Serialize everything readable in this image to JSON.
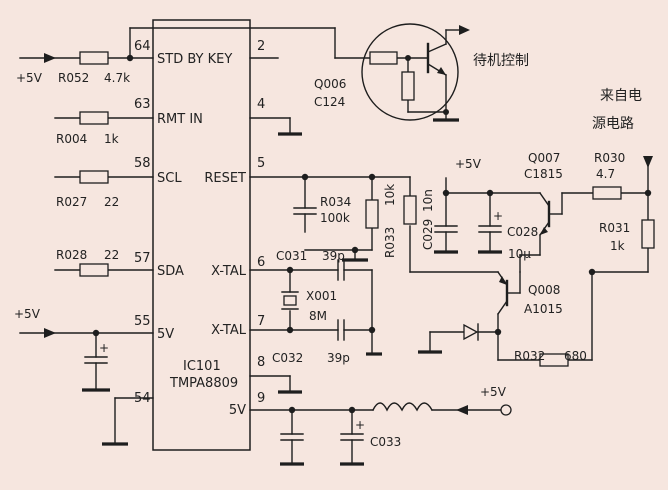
{
  "ic": {
    "ref": "IC101",
    "part": "TMPA8809"
  },
  "pins": {
    "p64": {
      "num": "64",
      "name": "STD BY KEY"
    },
    "p2": {
      "num": "2"
    },
    "p63": {
      "num": "63",
      "name": "RMT IN"
    },
    "p4": {
      "num": "4"
    },
    "p58": {
      "num": "58",
      "name": "SCL"
    },
    "p5": {
      "num": "5",
      "name": "RESET"
    },
    "p57": {
      "num": "57",
      "name": "SDA"
    },
    "p6": {
      "num": "6",
      "name": "X-TAL"
    },
    "p55": {
      "num": "55",
      "name": "5V"
    },
    "p7": {
      "num": "7",
      "name": "X-TAL"
    },
    "p8": {
      "num": "8"
    },
    "p54": {
      "num": "54"
    },
    "p9": {
      "num": "9",
      "name": "5V"
    }
  },
  "supply": {
    "label": "+5V"
  },
  "resistors": {
    "r052": {
      "ref": "R052",
      "value": "4.7k"
    },
    "r004": {
      "ref": "R004",
      "value": "1k"
    },
    "r027": {
      "ref": "R027",
      "value": "22"
    },
    "r028": {
      "ref": "R028",
      "value": "22"
    },
    "r034": {
      "ref": "R034",
      "value": "100k"
    },
    "r033": {
      "ref": "R033",
      "value": "10k"
    },
    "r030": {
      "ref": "R030",
      "value": "4.7"
    },
    "r031": {
      "ref": "R031",
      "value": "1k"
    },
    "r032": {
      "ref": "R032",
      "value": "680"
    }
  },
  "capacitors": {
    "c029": {
      "ref": "C029",
      "value": "10n"
    },
    "c028": {
      "ref": "C028",
      "value": "10μ"
    },
    "c031": {
      "ref": "C031",
      "value": "39p"
    },
    "c032": {
      "ref": "C032",
      "value": "39p"
    },
    "c033": {
      "ref": "C033"
    }
  },
  "crystal": {
    "ref": "X001",
    "value": "8M"
  },
  "transistors": {
    "q006": {
      "ref": "Q006",
      "part": "C124"
    },
    "q007": {
      "ref": "Q007",
      "part": "C1815"
    },
    "q008": {
      "ref": "Q008",
      "part": "A1015"
    }
  },
  "annotations": {
    "standby": "待机控制",
    "from_psu_line1": "来自电",
    "from_psu_line2": "源电路"
  },
  "colors": {
    "background": "#f6e6df",
    "ink": "#1e1e1e"
  }
}
